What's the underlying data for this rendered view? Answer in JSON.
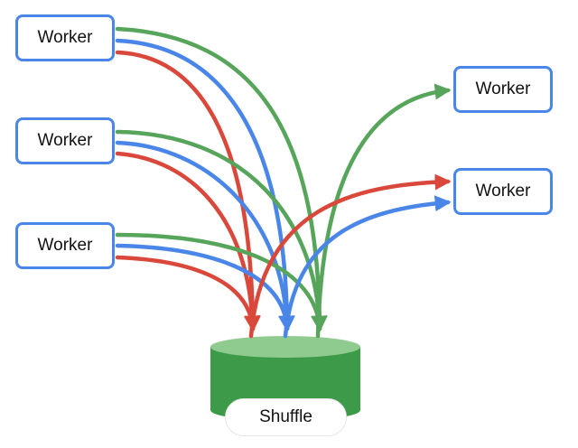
{
  "colors": {
    "red": "#d9483b",
    "blue": "#4a86e8",
    "green": "#57a55a",
    "cylinder_body": "#3c9a48",
    "cylinder_top": "#8fcb8f",
    "box_border": "#4a86e8"
  },
  "workers_left": [
    {
      "label": "Worker"
    },
    {
      "label": "Worker"
    },
    {
      "label": "Worker"
    }
  ],
  "workers_right": [
    {
      "label": "Worker"
    },
    {
      "label": "Worker"
    }
  ],
  "shuffle": {
    "label": "Shuffle"
  }
}
